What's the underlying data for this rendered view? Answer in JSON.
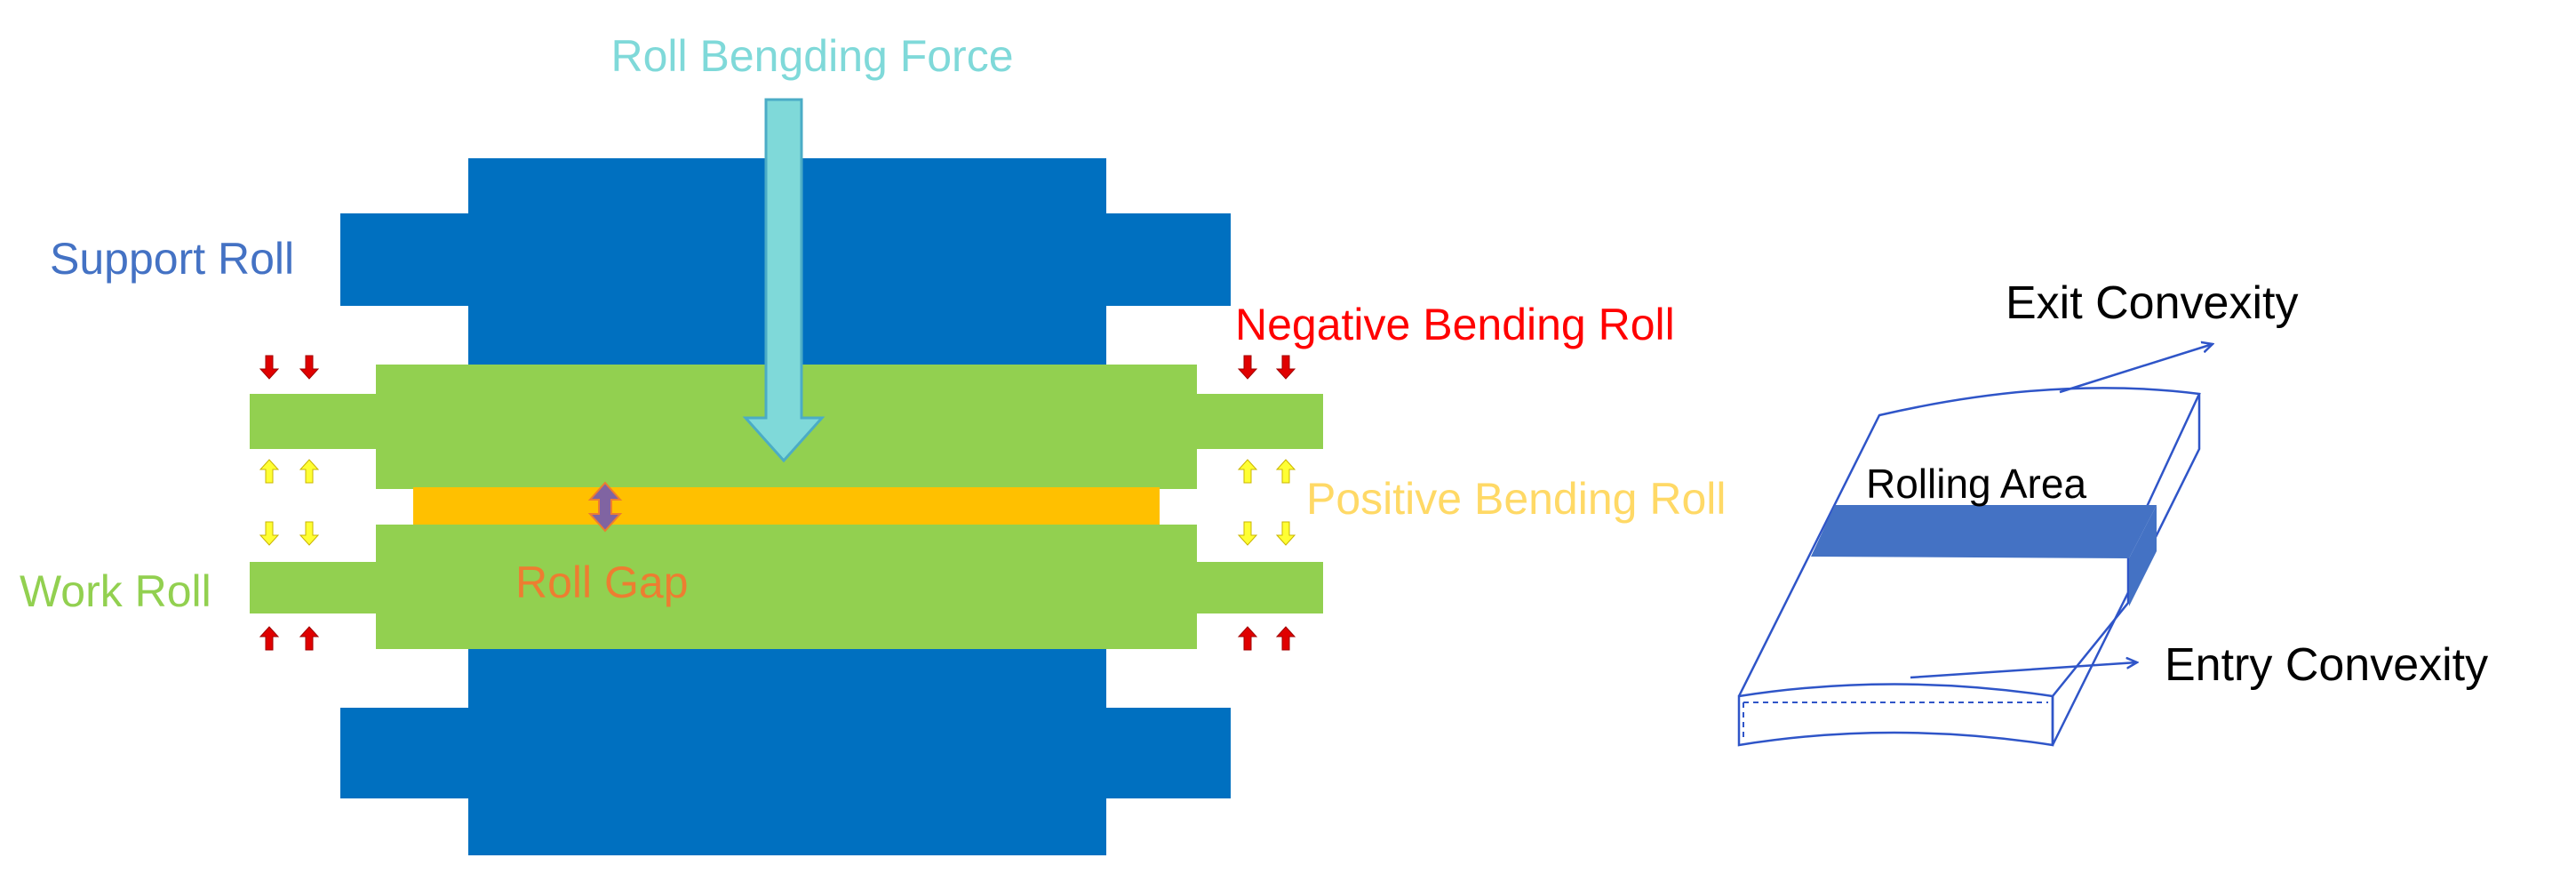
{
  "labels": {
    "roll_bending_force": "Roll Bengding Force",
    "support_roll": "Support Roll",
    "work_roll": "Work Roll",
    "negative_bending_roll": "Negative Bending Roll",
    "positive_bending_roll": "Positive Bending Roll",
    "roll_gap": "Roll Gap",
    "exit_convexity": "Exit Convexity",
    "rolling_area": "Rolling Area",
    "entry_convexity": "Entry Convexity"
  },
  "colors": {
    "support_roll": "#0070C0",
    "work_roll": "#92D050",
    "strip": "#FFC000",
    "force_arrow": "#7FD9D9",
    "force_arrow_stroke": "#4BACC6",
    "negative_arrow": "#E00000",
    "positive_arrow": "#FFFF33",
    "gap_arrow": "#8064A2",
    "label_support": "#4472C4",
    "label_work": "#92D050",
    "label_negative": "#FF0000",
    "label_positive": "#FFD966",
    "label_force": "#7FD9D9",
    "label_gap": "#ED7D31",
    "slab_outline": "#2F55C8",
    "rolling_area_band": "#4472C4",
    "text_dark": "#000000"
  },
  "icons": {
    "force": "down-arrow-icon",
    "negative": "down-arrow-icon",
    "positive": "up-arrow-icon",
    "gap": "double-vertical-arrow-icon"
  }
}
